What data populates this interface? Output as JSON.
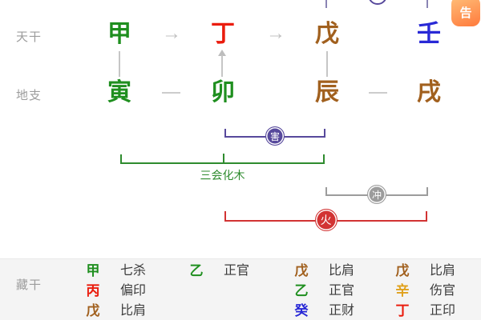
{
  "row_labels": {
    "stems": "天干",
    "branches": "地支",
    "hidden": "藏干"
  },
  "misc": {
    "arrow": "→"
  },
  "ad_badge": {
    "text": "告"
  },
  "colors": {
    "green": "#1f8f1f",
    "red": "#ea1c0d",
    "brown": "#a1601e",
    "blue": "#2929d6",
    "gold": "#e0a11c",
    "gray_label": "#9c9c9c",
    "god_text": "#3c3c3c",
    "purple": "#57499c",
    "badge_gray": "#9c9c9c",
    "bracket_red": "#d23333",
    "bracket_green": "#2e8b2e"
  },
  "pillars": [
    {
      "stem": "甲",
      "stem_color": "#1f8f1f",
      "branch": "寅",
      "branch_color": "#1f8f1f"
    },
    {
      "stem": "丁",
      "stem_color": "#ea1c0d",
      "branch": "卯",
      "branch_color": "#1f8f1f"
    },
    {
      "stem": "戊",
      "stem_color": "#a1601e",
      "branch": "辰",
      "branch_color": "#a1601e"
    },
    {
      "stem": "壬",
      "stem_color": "#2929d6",
      "branch": "戌",
      "branch_color": "#a1601e"
    }
  ],
  "relations": {
    "harm": {
      "label": "害"
    },
    "three_meeting": {
      "label": "三会化木"
    },
    "clash": {
      "label": "冲"
    },
    "fire": {
      "label": "火"
    }
  },
  "hidden_stems": {
    "columns": [
      {
        "items": [
          {
            "stem": "甲",
            "color": "#1f8f1f",
            "god": "七杀"
          },
          {
            "stem": "丙",
            "color": "#ea1c0d",
            "god": "偏印"
          },
          {
            "stem": "戊",
            "color": "#a1601e",
            "god": "比肩"
          }
        ]
      },
      {
        "items": [
          {
            "stem": "乙",
            "color": "#1f8f1f",
            "god": "正官"
          }
        ]
      },
      {
        "items": [
          {
            "stem": "戊",
            "color": "#a1601e",
            "god": "比肩"
          },
          {
            "stem": "乙",
            "color": "#1f8f1f",
            "god": "正官"
          },
          {
            "stem": "癸",
            "color": "#2929d6",
            "god": "正财"
          }
        ]
      },
      {
        "items": [
          {
            "stem": "戊",
            "color": "#a1601e",
            "god": "比肩"
          },
          {
            "stem": "辛",
            "color": "#e0a11c",
            "god": "伤官"
          },
          {
            "stem": "丁",
            "color": "#ea1c0d",
            "god": "正印"
          }
        ]
      }
    ]
  }
}
